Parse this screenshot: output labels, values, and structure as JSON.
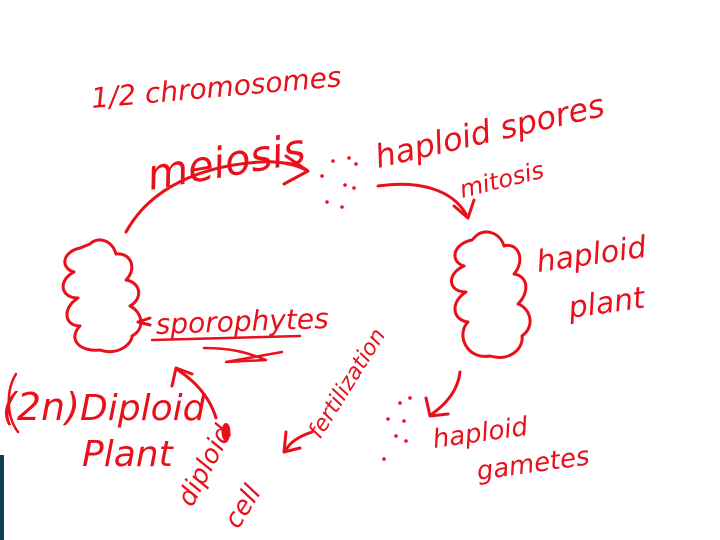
{
  "labels": {
    "half_chromosomes": "1/2 chromosomes",
    "meiosis": "meiosis",
    "haploid_spores": "haploid spores",
    "mitosis": "mitosis",
    "haploid_plant_line1": "haploid",
    "haploid_plant_line2": "plant",
    "sporophytes": "sporophytes",
    "fertilization": "fertilization",
    "diploid_symbol": "(2n)",
    "diploid_plant_line1": "Diploid",
    "diploid_plant_line2": "Plant",
    "diploid_cell_line1": "diploid",
    "diploid_cell_line2": "cell",
    "haploid_gametes_line1": "haploid",
    "haploid_gametes_line2": "gametes"
  },
  "colors": {
    "ink": "#e8101a",
    "background": "#ffffff",
    "edge_bar": "#0f3f4f"
  }
}
